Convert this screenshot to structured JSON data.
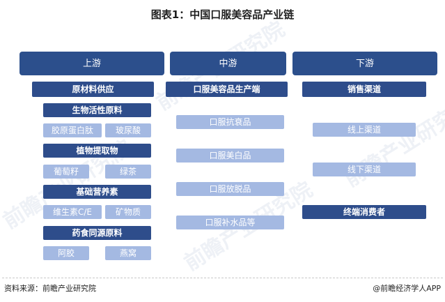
{
  "title": "图表1：中国口服美容品产业链",
  "stages": {
    "upstream": "上游",
    "midstream": "中游",
    "downstream": "下游"
  },
  "upstream": {
    "header": "原材料供应",
    "groups": [
      {
        "name": "生物活性原料",
        "items": [
          "胶原蛋白肽",
          "玻尿酸"
        ]
      },
      {
        "name": "植物提取物",
        "items": [
          "葡萄籽",
          "绿茶"
        ]
      },
      {
        "name": "基础营养素",
        "items": [
          "维生素C/E",
          "矿物质"
        ]
      },
      {
        "name": "药食同源原料",
        "items": [
          "阿胶",
          "燕窝"
        ]
      }
    ]
  },
  "midstream": {
    "header": "口服美容品生产端",
    "items": [
      "口服抗衰品",
      "口服美白品",
      "口服放脱品",
      "口服补水品等"
    ]
  },
  "downstream": {
    "header": "销售渠道",
    "items": [
      "线上渠道",
      "线下渠道"
    ],
    "consumer": "终端消费者"
  },
  "footer": {
    "source": "资料来源：前瞻产业研究院",
    "brand": "@前瞻经济学人APP"
  },
  "watermark": "前瞻产业研究院",
  "colors": {
    "stage": "#2c4f8c",
    "dark_box": "#2e4d8b",
    "light_box": "#a4b9e2"
  }
}
